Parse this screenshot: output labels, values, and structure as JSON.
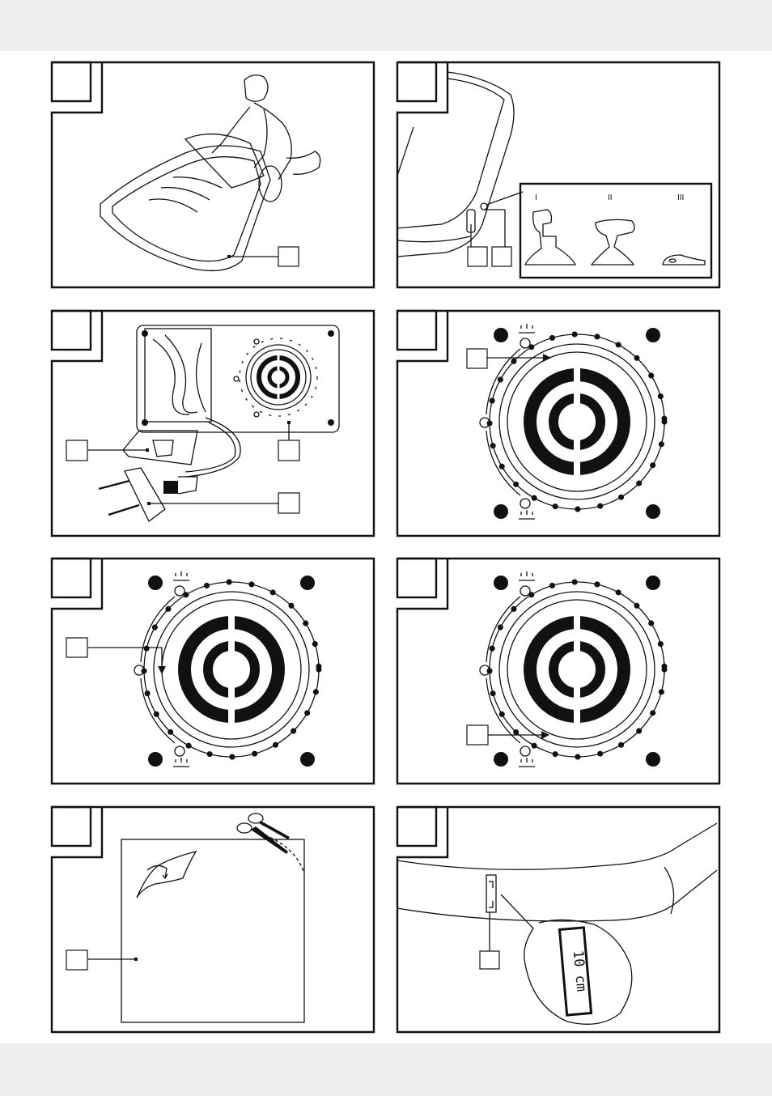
{
  "figures": [
    {
      "id": "1"
    },
    {
      "id": "2",
      "inset_labels": [
        "I",
        "II",
        "III"
      ]
    },
    {
      "id": "3"
    },
    {
      "id": "4"
    },
    {
      "id": "5"
    },
    {
      "id": "6"
    },
    {
      "id": "7"
    },
    {
      "id": "8",
      "marker_text": "10 cm"
    }
  ],
  "icons": [
    "pump-dial-icon",
    "inflate-icon",
    "deflate-icon",
    "scissors-icon",
    "plug-icon",
    "valve-icon"
  ],
  "colors": {
    "line": "#111111",
    "band": "#efefef",
    "background": "#ffffff"
  }
}
